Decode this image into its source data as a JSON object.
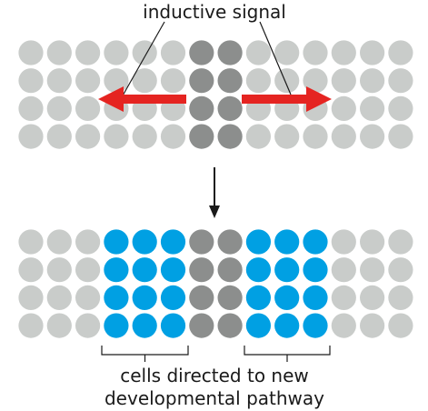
{
  "top_label": "inductive signal",
  "bottom_label_line1": "cells directed to new",
  "bottom_label_line2": "developmental pathway",
  "grid": {
    "rows": 4,
    "cols": 14
  },
  "top_panel": {
    "inducer_columns": [
      6,
      7
    ],
    "signal_direction": [
      "left",
      "right"
    ]
  },
  "bottom_panel": {
    "inducer_columns": [
      6,
      7
    ],
    "induced_columns": [
      3,
      4,
      5,
      8,
      9,
      10
    ]
  },
  "colors": {
    "background_cell": "#c9ccca",
    "inducer_cell": "#8c8e8d",
    "induced_cell": "#00a0e3",
    "signal_arrow": "#e52421",
    "line": "#1a1a1a"
  }
}
